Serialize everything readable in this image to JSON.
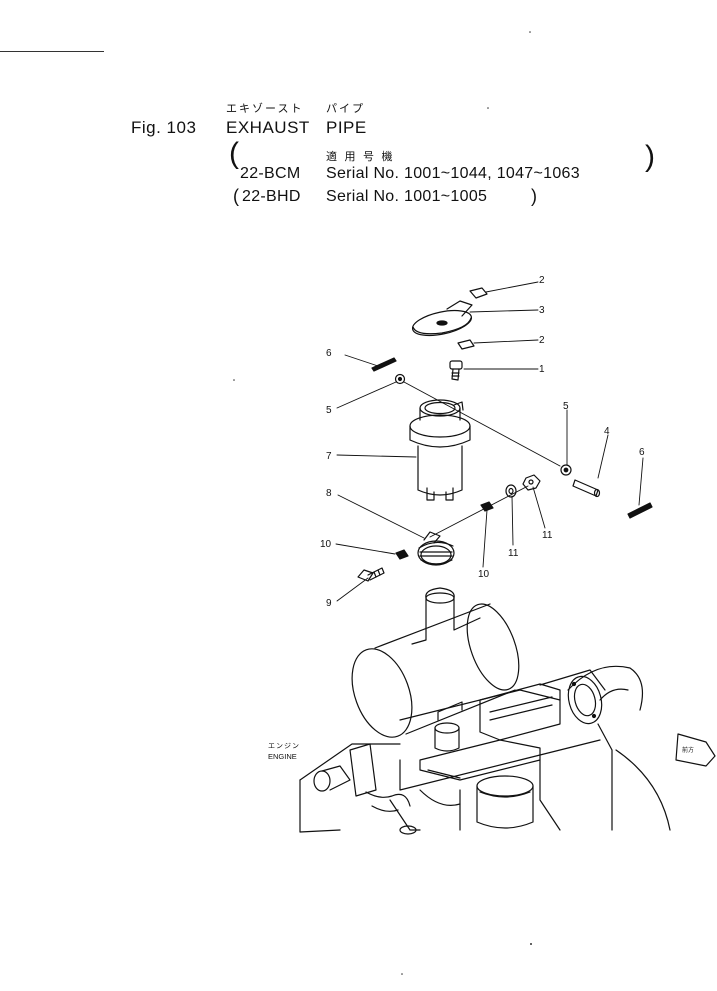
{
  "header": {
    "fig_label": "Fig. 103",
    "title_kana_1": "エキゾースト",
    "title_kana_2": "パイプ",
    "title_1": "EXHAUST",
    "title_2": "PIPE",
    "applicable_kanji": "適 用 号 機",
    "row1_model": "22-BCM",
    "row1_serial": "Serial No. 1001~1044, 1047~1063",
    "row2_model": "22-BHD",
    "row2_serial": "Serial No. 1001~1005"
  },
  "diagram": {
    "callouts": [
      "1",
      "2",
      "3",
      "2",
      "4",
      "5",
      "6",
      "5",
      "6",
      "7",
      "8",
      "9",
      "10",
      "10",
      "11",
      "11"
    ],
    "engine_label_kana": "エンジン",
    "engine_label": "ENGINE",
    "front_mark": "前方"
  }
}
